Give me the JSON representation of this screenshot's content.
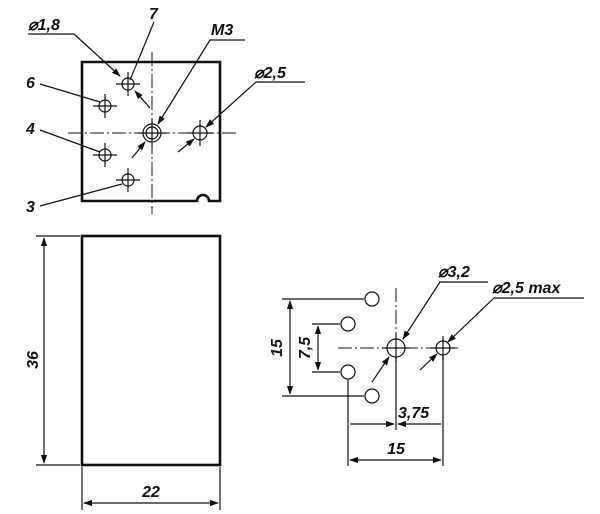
{
  "top_view": {
    "labels": {
      "hole_d18": "⌀1,8",
      "pin7": "7",
      "thread": "M3",
      "hole_d25": "⌀2,5",
      "pin6": "6",
      "pin4": "4",
      "pin3": "3"
    }
  },
  "side_view": {
    "height_label": "36",
    "width_label": "22"
  },
  "pcb_layout": {
    "labels": {
      "hole_d32": "⌀3,2",
      "hole_d25max": "⌀2,5 max",
      "dim_15_vertical": "15",
      "dim_75": "7,5",
      "dim_375": "3,75",
      "dim_15_horizontal": "15"
    }
  }
}
